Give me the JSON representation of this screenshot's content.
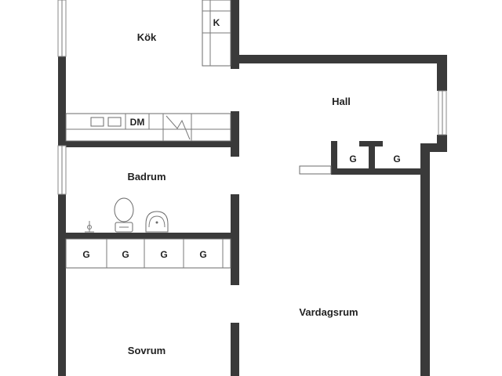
{
  "rooms": {
    "kitchen": "Kök",
    "hall": "Hall",
    "bathroom": "Badrum",
    "living_room": "Vardagsrum",
    "bedroom": "Sovrum"
  },
  "fixtures": {
    "fridge": "K",
    "dishwasher": "DM",
    "hall_closet_1": "G",
    "hall_closet_2": "G",
    "wardrobes": [
      "G",
      "G",
      "G",
      "G"
    ]
  },
  "colors": {
    "wall": "#3a3a3a",
    "line": "#6b6b6b",
    "background": "#ffffff"
  }
}
